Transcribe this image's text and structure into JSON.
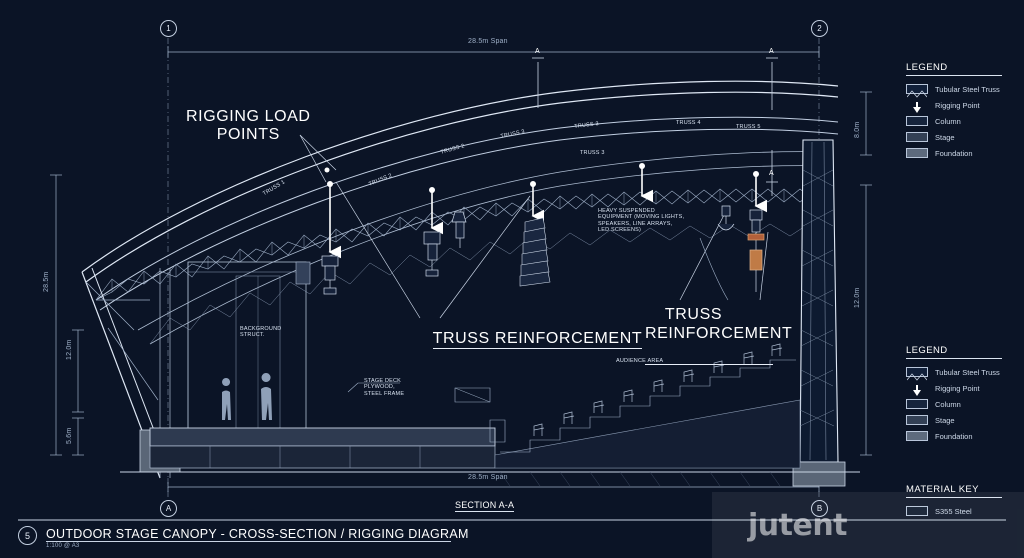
{
  "sheet": {
    "background_color": "#0b1426",
    "line_color": "#c9d4e4",
    "accent_color": "#ffffff"
  },
  "title_block": {
    "sheet_number": "5",
    "title": "OUTDOOR STAGE CANOPY - CROSS-SECTION / RIGGING DIAGRAM",
    "scale": "1:100 @ A3"
  },
  "section_label": "SECTION A-A",
  "grid_bubbles": [
    {
      "label": "1",
      "position": "top-left"
    },
    {
      "label": "2",
      "position": "top-right"
    },
    {
      "label": "A",
      "position": "bottom-left"
    },
    {
      "label": "B",
      "position": "bottom-right"
    }
  ],
  "dimensions": {
    "top_span": "28.5m Span",
    "bottom_span": "28.5m Span",
    "overall_height": "28.5m",
    "mid_height": "12.0m",
    "base_height": "5.6m",
    "right_height": "12.0m",
    "canopy_rise": "8.0m"
  },
  "section_markers": [
    {
      "label": "A",
      "where": "top-left-cut"
    },
    {
      "label": "A",
      "where": "top-right-cut"
    },
    {
      "label": "A",
      "where": "right-lower-cut"
    }
  ],
  "annotations": {
    "rigging_load_points": "RIGGING LOAD\nPOINTS",
    "truss_reinforcement_left": "TRUSS REINFORCEMENT",
    "truss_reinforcement_right": "TRUSS\nREINFORCEMENT",
    "heavy_equipment": "HEAVY SUSPENDED\nEQUIPMENT (MOVING LIGHTS,\nSPEAKERS, LINE ARRAYS,\nLED SCREENS)",
    "background_struct": "BACKGROUND\nSTRUCT.",
    "stage_deck": "STAGE DECK\nPLYWOOD,\nSTEEL FRAME",
    "audience_area": "AUDIENCE AREA"
  },
  "truss_tags": [
    "TRUSS 1",
    "TRUSS 2",
    "TRUSS 2",
    "TRUSS 3",
    "TRUSS 3",
    "TRUSS 3",
    "TRUSS 4",
    "TRUSS 5"
  ],
  "legend_top": {
    "title": "LEGEND",
    "items": [
      {
        "label": "Tubular Steel Truss",
        "swatch": "truss"
      },
      {
        "label": "Rigging Point",
        "swatch": "arrow"
      },
      {
        "label": "Column",
        "swatch": "column"
      },
      {
        "label": "Stage",
        "swatch": "stage"
      },
      {
        "label": "Foundation",
        "swatch": "foundation"
      }
    ]
  },
  "legend_bottom": {
    "title": "LEGEND",
    "items": [
      {
        "label": "Tubular Steel Truss",
        "swatch": "truss"
      },
      {
        "label": "Rigging Point",
        "swatch": "arrow"
      },
      {
        "label": "Column",
        "swatch": "column"
      },
      {
        "label": "Stage",
        "swatch": "stage"
      },
      {
        "label": "Foundation",
        "swatch": "foundation"
      }
    ]
  },
  "material_key": {
    "title": "MATERIAL KEY",
    "items": [
      {
        "label": "S355 Steel",
        "swatch": "steel"
      }
    ]
  },
  "watermark": {
    "text": "jutent"
  }
}
